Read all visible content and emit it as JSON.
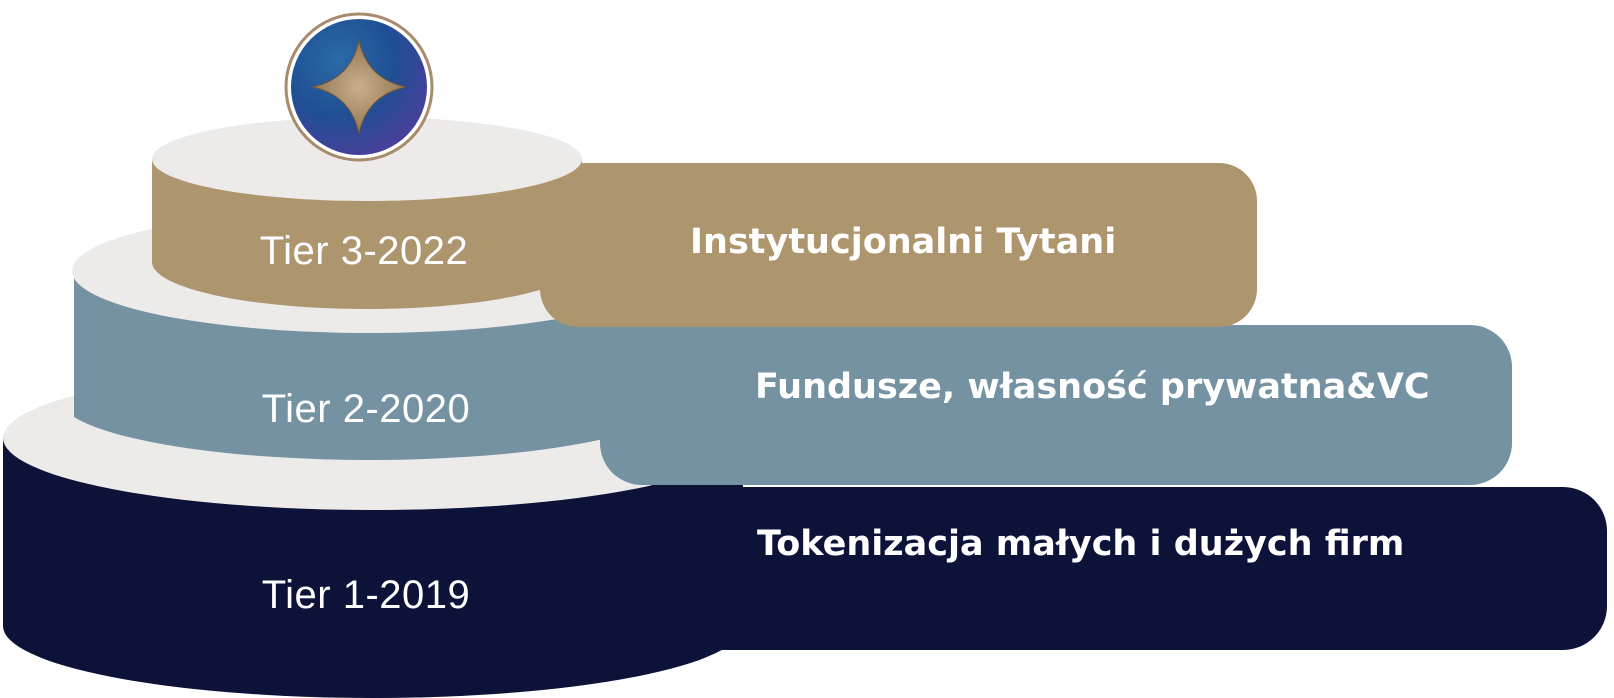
{
  "colors": {
    "tier1": "#0c1238",
    "tier2": "#7592a3",
    "tier3": "#ad956d",
    "disc_top": "#edebea",
    "medallion_ring": "#a88a6c",
    "medallion_blue": "#28408a",
    "star": "#a58863"
  },
  "icons": {
    "top": "star-medallion-icon"
  },
  "tiers": [
    {
      "label": "Tier 1-2019",
      "description": "Tokenizacja małych i dużych firm"
    },
    {
      "label": "Tier 2-2020",
      "description": "Fundusze, własność prywatna&VC"
    },
    {
      "label": "Tier 3-2022",
      "description": "Instytucjonalni Tytani"
    }
  ]
}
